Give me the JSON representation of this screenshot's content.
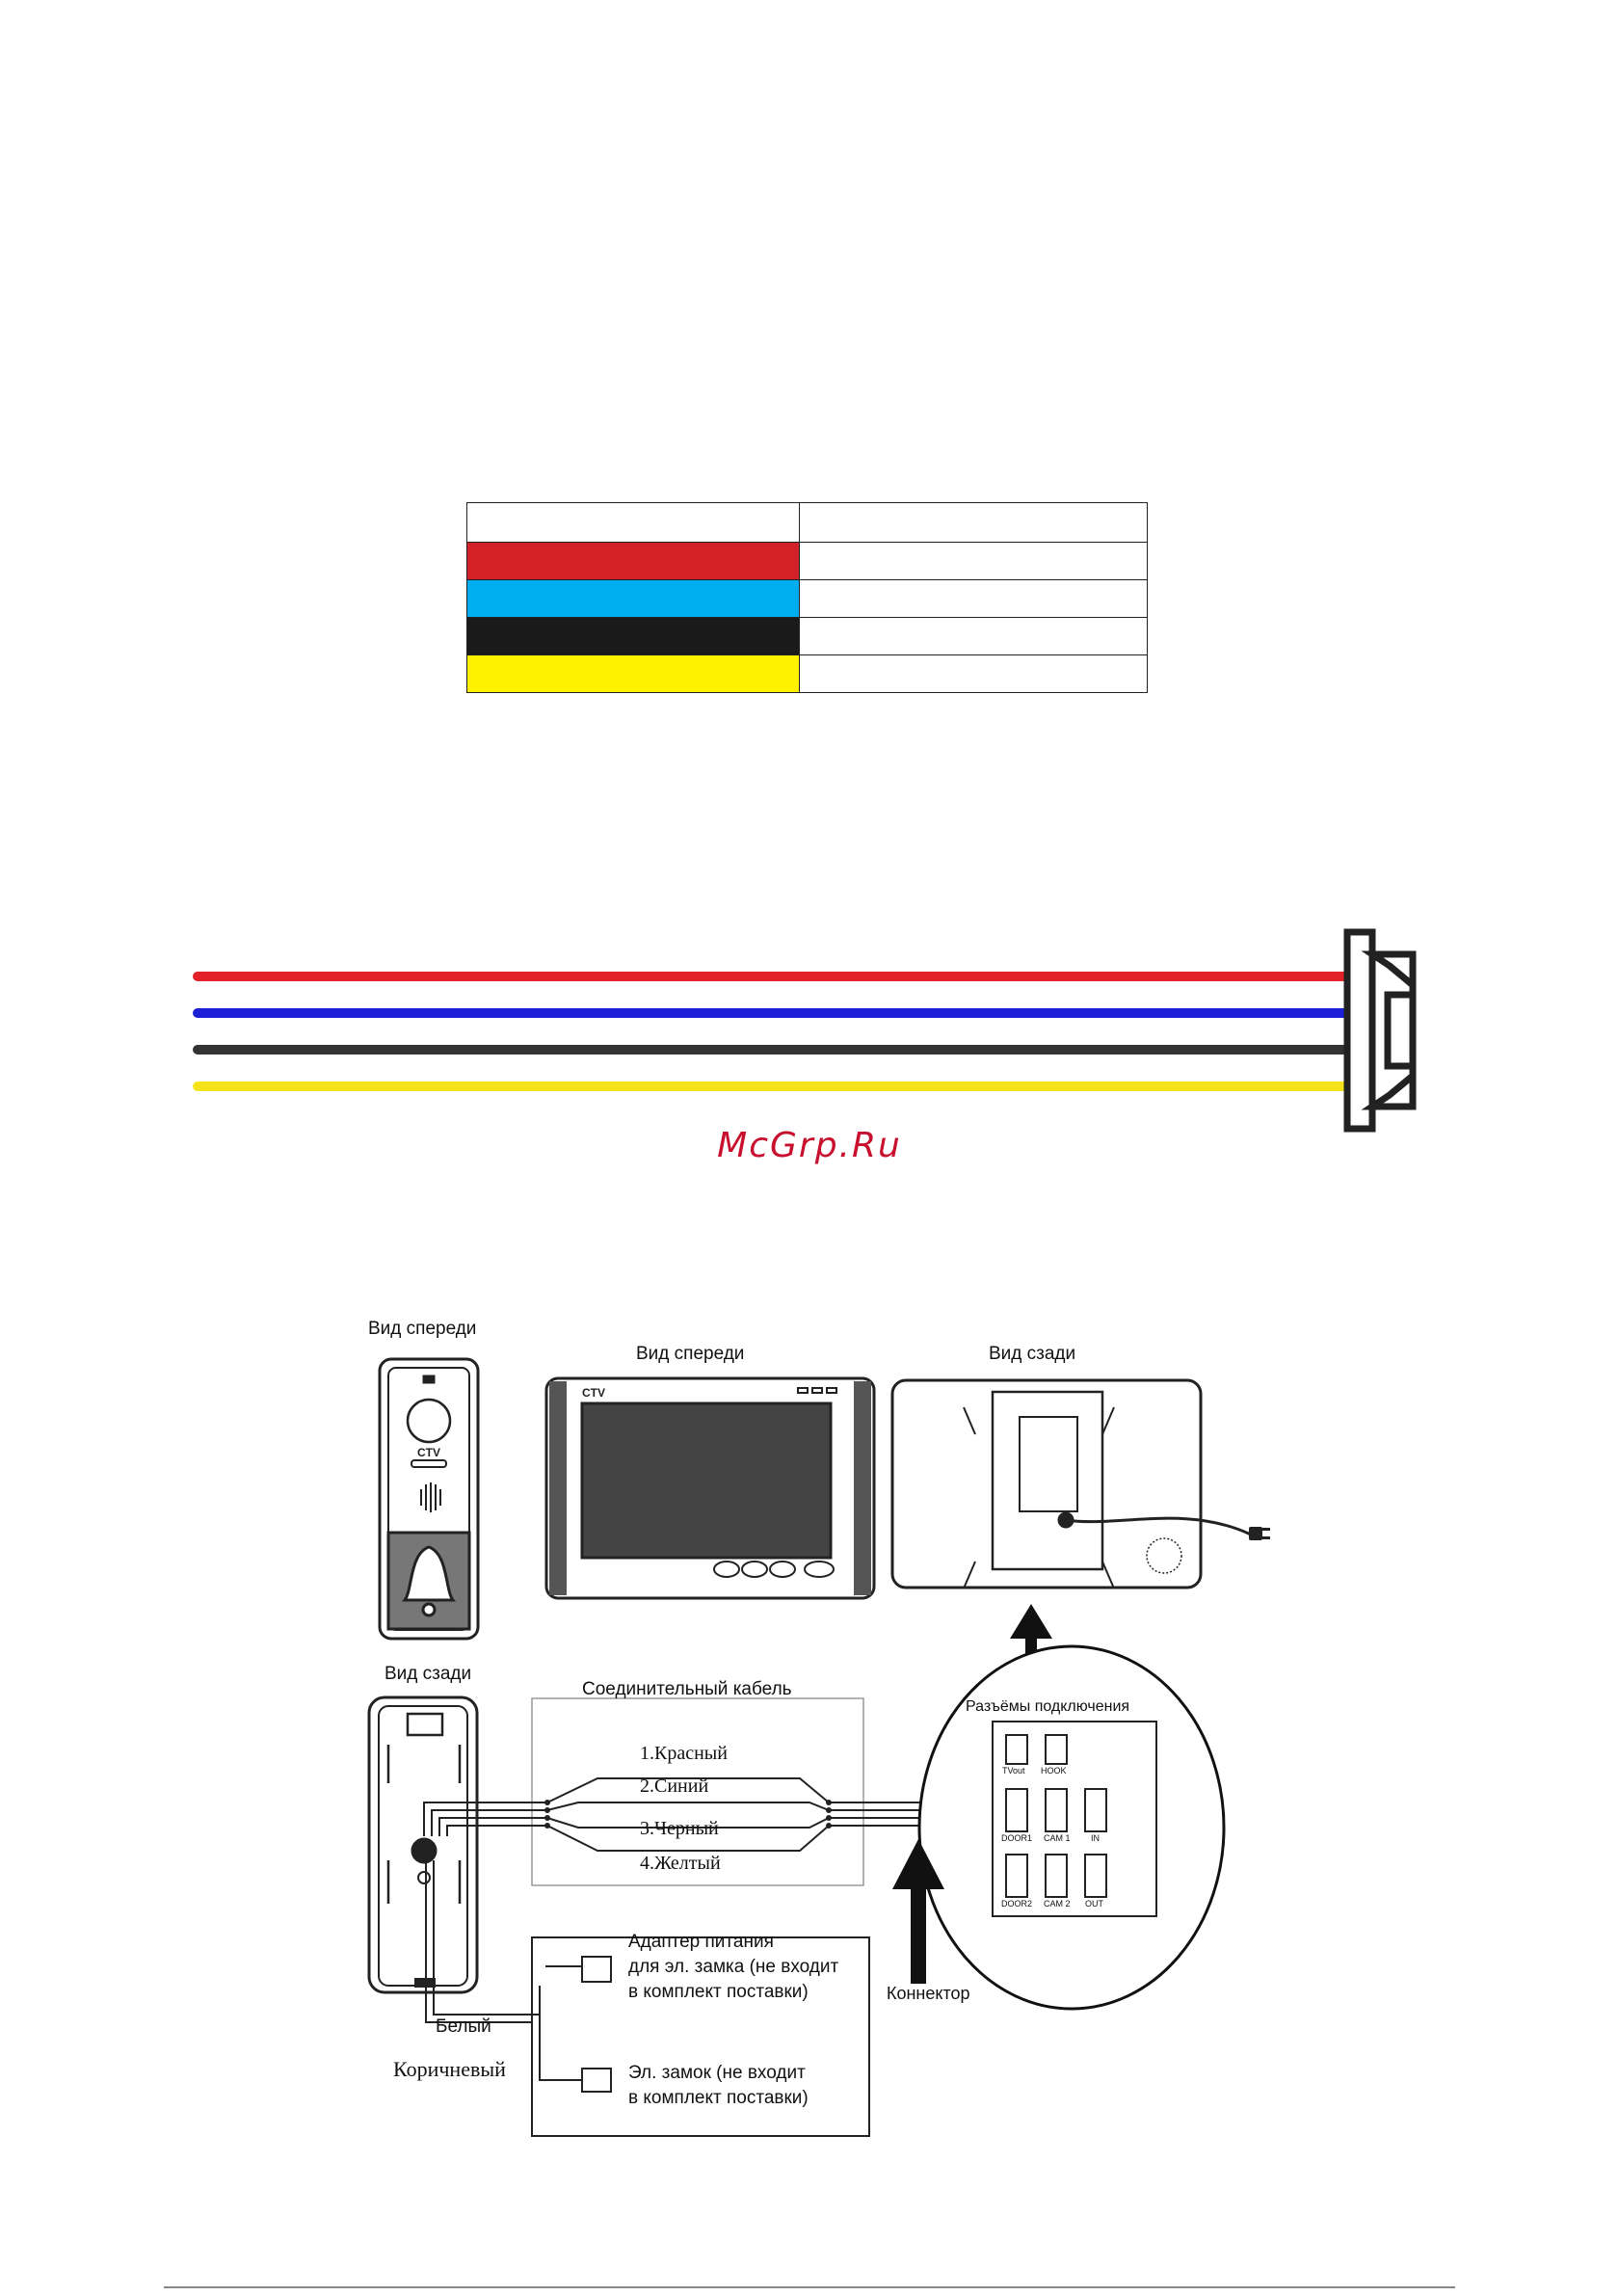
{
  "wire_colors": [
    {
      "name": "red",
      "hex": "#d42027"
    },
    {
      "name": "light-blue",
      "hex": "#00aeef"
    },
    {
      "name": "black",
      "hex": "#1a1a1a"
    },
    {
      "name": "yellow",
      "hex": "#fff200"
    }
  ],
  "watermark": "McGrp.Ru",
  "diagram": {
    "panel_front_label": "Вид спереди",
    "monitor_front_label": "Вид спереди",
    "monitor_back_label": "Вид сзади",
    "panel_back_label": "Вид сзади",
    "cable_title": "Соединительный кабель",
    "cable_wires": [
      "1.Красный",
      "2.Синий",
      "3.Черный",
      "4.Желтый"
    ],
    "connectors_title": "Разъёмы подключения",
    "ports": [
      "TVout",
      "HOOK",
      "DOOR1",
      "CAM 1",
      "IN",
      "DOOR2",
      "CAM 2",
      "OUT"
    ],
    "connector_label": "Коннектор",
    "power_adapter_label_1": "Адаптер питания",
    "power_adapter_label_2": "для эл. замка (не входит",
    "power_adapter_label_3": "в комплект поставки)",
    "lock_label_1": "Эл. замок (не входит",
    "lock_label_2": "в комплект поставки)",
    "white_wire_label": "Белый",
    "brown_wire_label": "Коричневый",
    "monitor_brand": "CTV"
  }
}
